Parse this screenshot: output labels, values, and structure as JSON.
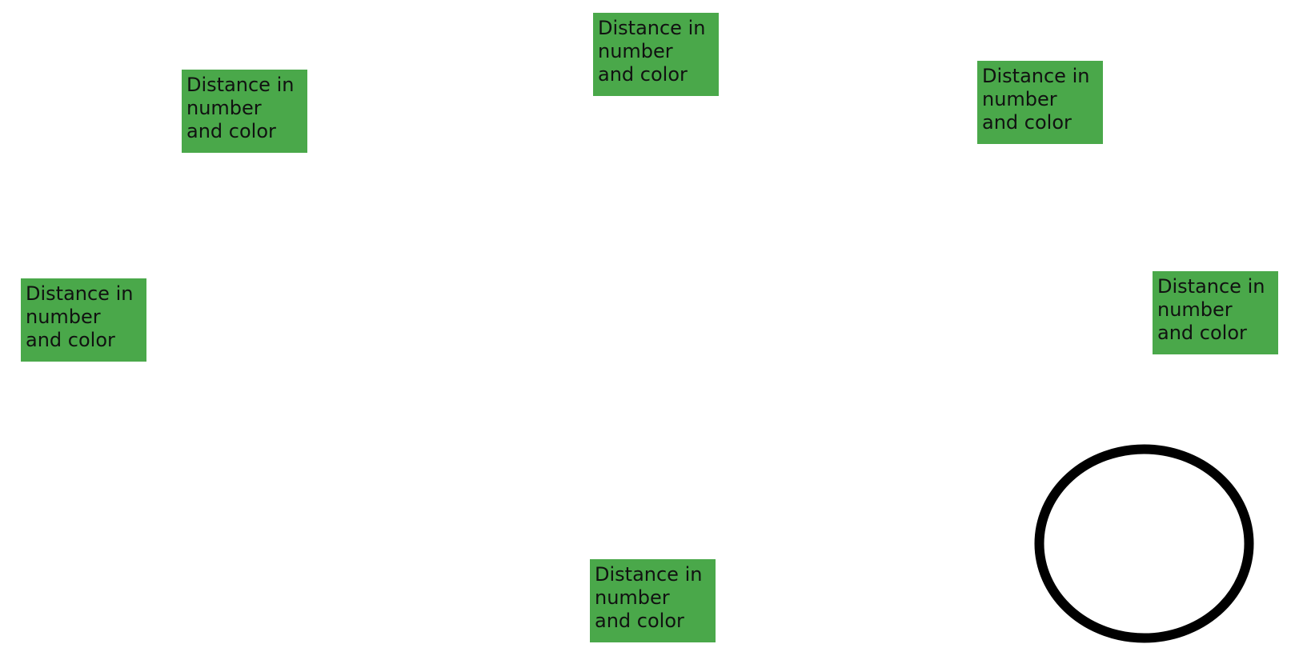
{
  "boxes": [
    {
      "label": "Distance in\nnumber\nand color"
    },
    {
      "label": "Distance in\nnumber\nand color"
    },
    {
      "label": "Distance in\nnumber\nand color"
    },
    {
      "label": "Distance in\nnumber\nand color"
    },
    {
      "label": "Distance in\nnumber\nand color"
    },
    {
      "label": "Distance in\nnumber\nand color"
    }
  ],
  "colors": {
    "box_fill": "#4aa84a",
    "text": "#111111",
    "ring_stroke": "#000000"
  }
}
